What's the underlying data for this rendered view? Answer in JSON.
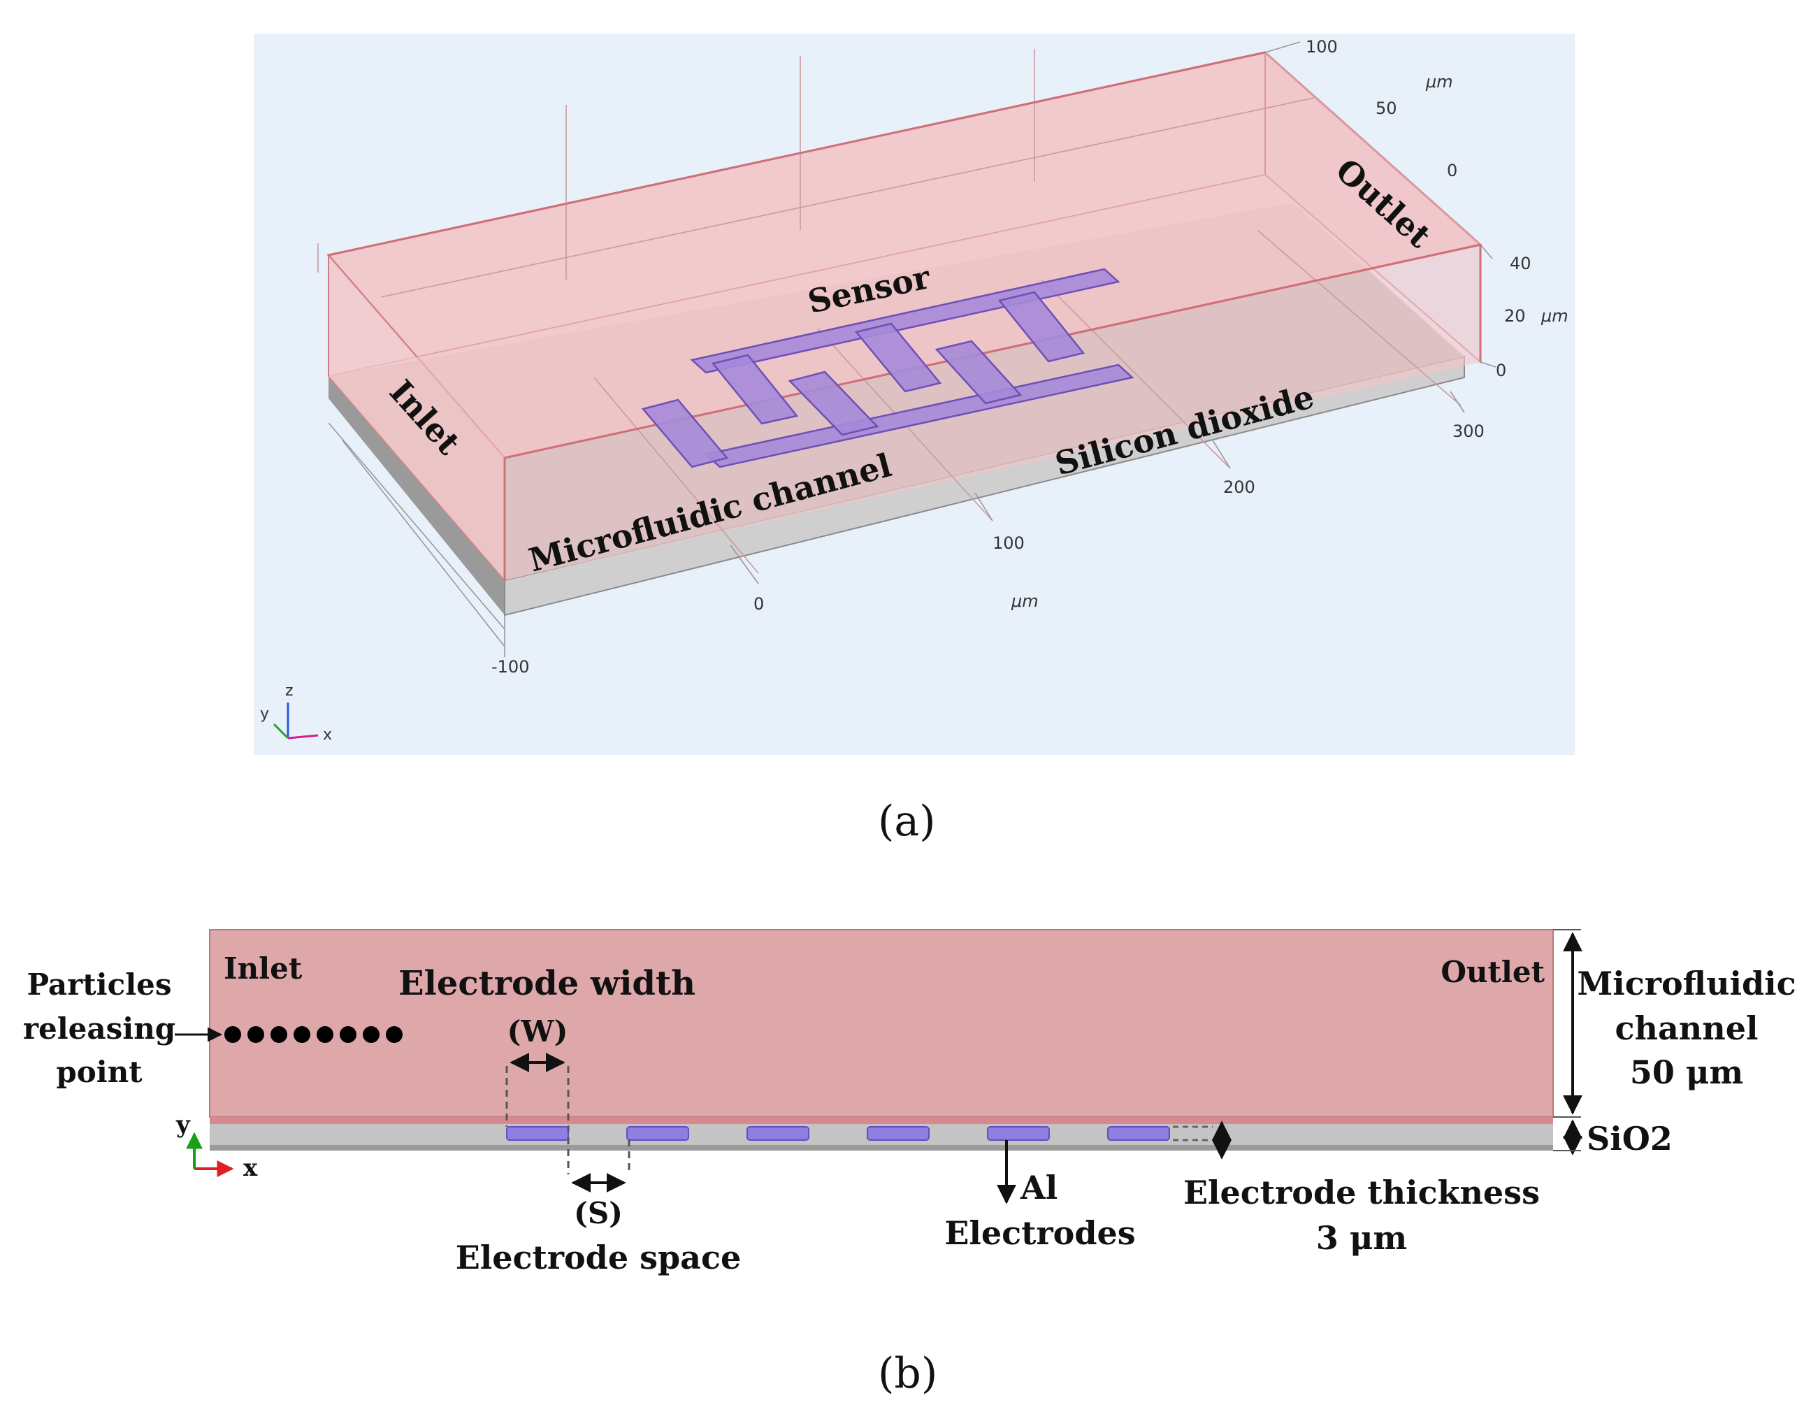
{
  "panel_a": {
    "caption": "(a)",
    "labels": {
      "sensor": "Sensor",
      "inlet": "Inlet",
      "outlet": "Outlet",
      "silicon_dioxide": "Silicon dioxide",
      "microfluidic_channel": "Microfluidic channel"
    },
    "x_ticks": [
      "-100",
      "0",
      "100",
      "200",
      "300"
    ],
    "x_unit": "μm",
    "y_ticks": [
      "100",
      "50",
      "0"
    ],
    "y_unit": "μm",
    "z_ticks": [
      "40",
      "20",
      "0"
    ],
    "z_unit": "μm",
    "triad": {
      "x": "x",
      "y": "y",
      "z": "z"
    },
    "colors": {
      "channel_fill": "#f2c4c6",
      "channel_edge": "#d98a8e",
      "background": "#e8f0fa",
      "substrate": "#c8c8c8",
      "electrode": "#9b7fd6",
      "electrode_edge": "#6c4ab8"
    }
  },
  "panel_b": {
    "caption": "(b)",
    "labels": {
      "particles_line1": "Particles",
      "particles_line2": "releasing",
      "particles_line3": "point",
      "inlet": "Inlet",
      "outlet": "Outlet",
      "electrode_width": "Electrode width",
      "width_symbol": "(W)",
      "space_symbol": "(S)",
      "electrode_space": "Electrode space",
      "al_line1": "Al",
      "al_line2": "Electrodes",
      "thickness_line1": "Electrode thickness",
      "thickness_line2": "3 μm",
      "channel_line1": "Microfluidic",
      "channel_line2": "channel",
      "channel_line3": "50 μm",
      "sio2": "SiO2",
      "axis_x": "x",
      "axis_y": "y"
    },
    "particle_count": 8,
    "electrode_count": 6,
    "colors": {
      "channel_fill": "#dea8aa",
      "channel_edge": "#b8797c",
      "substrate": "#c4c4c4",
      "electrode": "#8f7fe0"
    }
  }
}
